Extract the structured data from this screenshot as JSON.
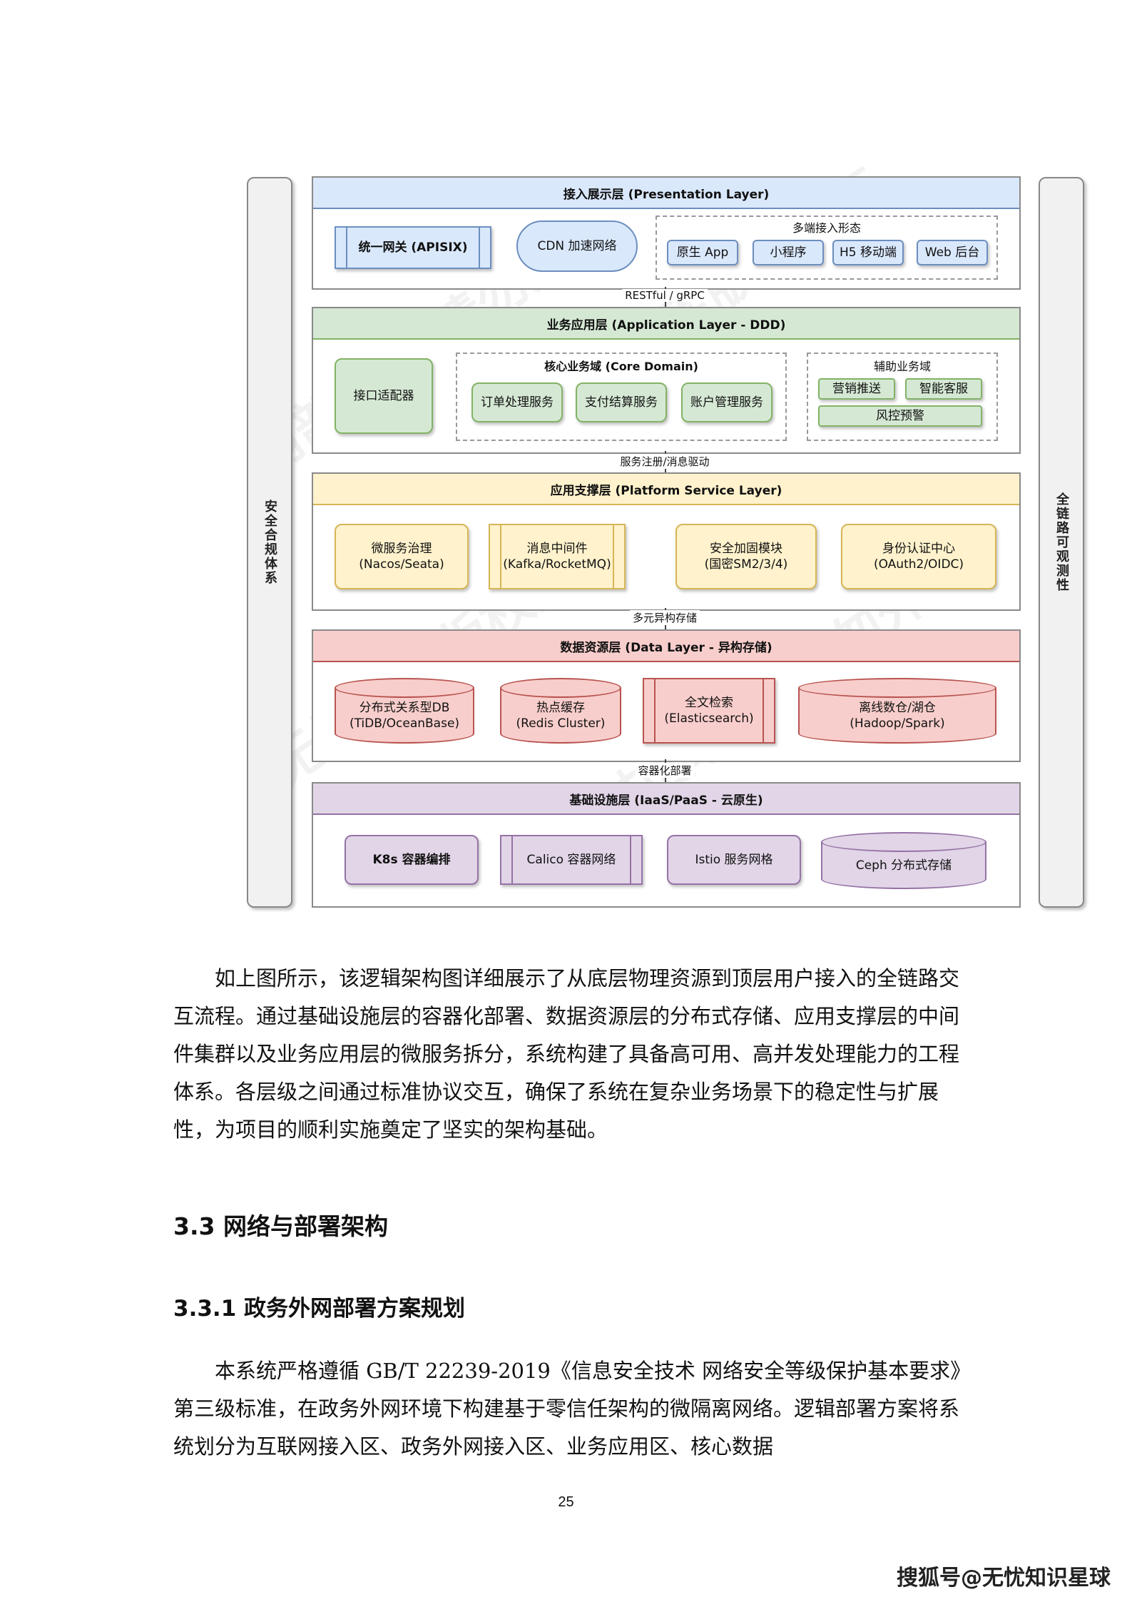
{
  "diagram": {
    "side_left": "安全合规体系",
    "side_right": "全链路可观测性",
    "presentation": {
      "title": "接入展示层 (Presentation Layer)",
      "gateway": "统一网关 (APISIX)",
      "cdn": "CDN 加速网络",
      "multi_title": "多端接入形态",
      "clients": [
        "原生 App",
        "小程序",
        "H5 移动端",
        "Web 后台"
      ]
    },
    "conn1": "RESTful / gRPC",
    "application": {
      "title": "业务应用层 (Application Layer - DDD)",
      "adapter": "接口适配器",
      "core_title": "核心业务域 (Core Domain)",
      "core_items": [
        "订单处理服务",
        "支付结算服务",
        "账户管理服务"
      ],
      "aux_title": "辅助业务域",
      "aux_items": [
        "营销推送",
        "智能客服",
        "风控预警"
      ]
    },
    "conn2": "服务注册/消息驱动",
    "platform": {
      "title": "应用支撑层 (Platform Service Layer)",
      "items": [
        {
          "l1": "微服务治理",
          "l2": "(Nacos/Seata)"
        },
        {
          "l1": "消息中间件",
          "l2": "(Kafka/RocketMQ)"
        },
        {
          "l1": "安全加固模块",
          "l2": "(国密SM2/3/4)"
        },
        {
          "l1": "身份认证中心",
          "l2": "(OAuth2/OIDC)"
        }
      ]
    },
    "conn3": "多元异构存储",
    "data": {
      "title": "数据资源层 (Data Layer - 异构存储)",
      "items": [
        {
          "l1": "分布式关系型DB",
          "l2": "(TiDB/OceanBase)"
        },
        {
          "l1": "热点缓存",
          "l2": "(Redis Cluster)"
        },
        {
          "l1": "全文检索",
          "l2": "(Elasticsearch)"
        },
        {
          "l1": "离线数仓/湖仓",
          "l2": "(Hadoop/Spark)"
        }
      ]
    },
    "conn4": "容器化部署",
    "infra": {
      "title": "基础设施层 (IaaS/PaaS - 云原生)",
      "items": [
        "K8s 容器编排",
        "Calico 容器网络",
        "Istio 服务网格",
        "Ceph 分布式存储"
      ]
    }
  },
  "body": {
    "para1": "如上图所示，该逻辑架构图详细展示了从底层物理资源到顶层用户接入的全链路交互流程。通过基础设施层的容器化部署、数据资源层的分布式存储、应用支撑层的中间件集群以及业务应用层的微服务拆分，系统构建了具备高可用、高并发处理能力的工程体系。各层级之间通过标准协议交互，确保了系统在复杂业务场景下的稳定性与扩展性，为项目的顺利实施奠定了坚实的架构基础。",
    "h2": "3.3 网络与部署架构",
    "h3": "3.3.1 政务外网部署方案规划",
    "para2": "本系统严格遵循 GB/T 22239-2019《信息安全技术 网络安全等级保护基本要求》第三级标准，在政务外网环境下构建基于零信任架构的微隔离网络。逻辑部署方案将系统划分为互联网接入区、政务外网接入区、业务应用区、核心数据",
    "page_number": "25",
    "footer_brand": "搜狐号@无忧知识星球"
  },
  "watermarks": [
    "内部资料 请勿外传",
    "无忧智库版权所有"
  ],
  "colors": {
    "presentation": "#dae8fc",
    "presentation_border": "#6c8ebf",
    "application": "#d5e8d4",
    "application_border": "#82b366",
    "platform": "#fff2cc",
    "platform_border": "#d6b656",
    "data": "#f8cecc",
    "data_border": "#b85450",
    "infra": "#e1d5e7",
    "infra_border": "#9673a6"
  }
}
